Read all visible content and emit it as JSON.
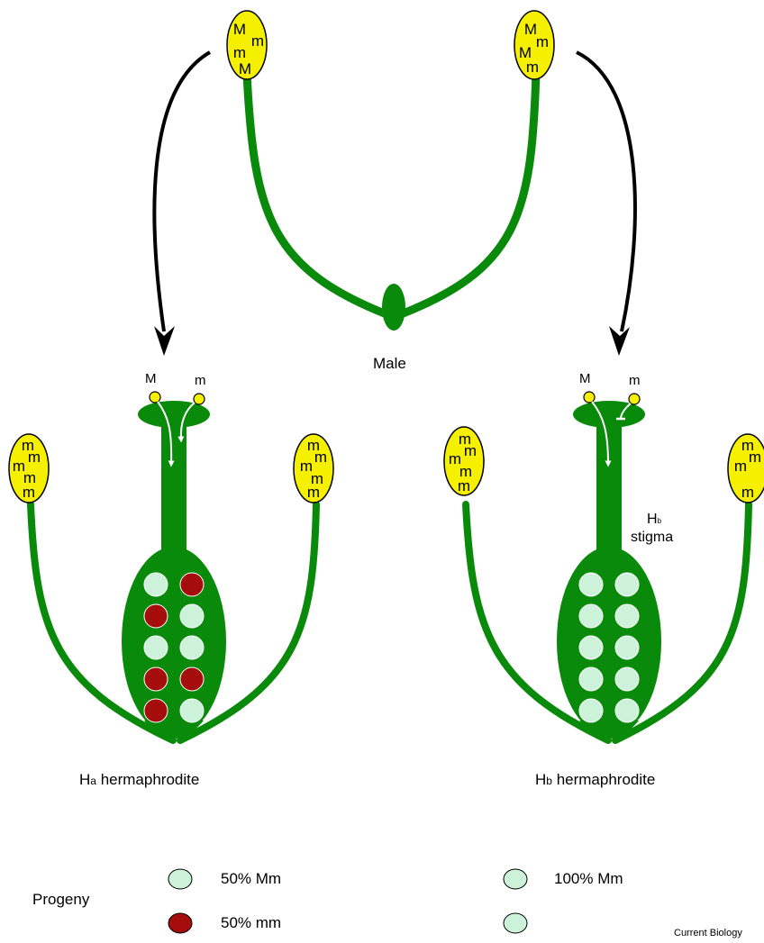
{
  "labels": {
    "male": "Male",
    "ha_caption_main": "H",
    "ha_caption_sub": "a",
    "ha_caption_rest": " hermaphrodite",
    "hb_caption_main": "H",
    "hb_caption_sub": "b",
    "hb_caption_rest": " hermaphrodite",
    "hb_stigma_main": "H",
    "hb_stigma_sub": "b",
    "hb_stigma_word": "stigma",
    "pollen_left_M": "M",
    "pollen_left_m": "m",
    "pollen_right_M": "M",
    "pollen_right_m": "m",
    "progeny": "Progeny",
    "legend_ha_mm_upper": "50% Mm",
    "legend_ha_mm_lower": "50% mm",
    "legend_hb": "100% Mm",
    "credit": "Current Biology"
  },
  "anthers": {
    "male_left": [
      "M",
      "m",
      "m",
      "M"
    ],
    "male_right": [
      "M",
      "m",
      "M",
      "m"
    ],
    "ha_left": [
      "m",
      "m",
      "m",
      "m",
      "m"
    ],
    "ha_right": [
      "m",
      "m",
      "m",
      "m",
      "m"
    ],
    "hb_left": [
      "m",
      "m",
      "m",
      "m",
      "m"
    ],
    "hb_right": [
      "m",
      "m",
      "m",
      "m"
    ]
  },
  "ovules": {
    "ha": [
      "Mm",
      "mm",
      "mm",
      "Mm",
      "Mm",
      "Mm",
      "mm",
      "mm",
      "mm",
      "Mm"
    ],
    "hb": [
      "Mm",
      "Mm",
      "Mm",
      "Mm",
      "Mm",
      "Mm",
      "Mm",
      "Mm",
      "Mm",
      "Mm"
    ]
  },
  "colors": {
    "plant_green": "#0a8a0a",
    "anther_yellow": "#f5ef00",
    "Mm": "#ccf2d9",
    "mm": "#a50c0c",
    "arrow": "#000000"
  }
}
